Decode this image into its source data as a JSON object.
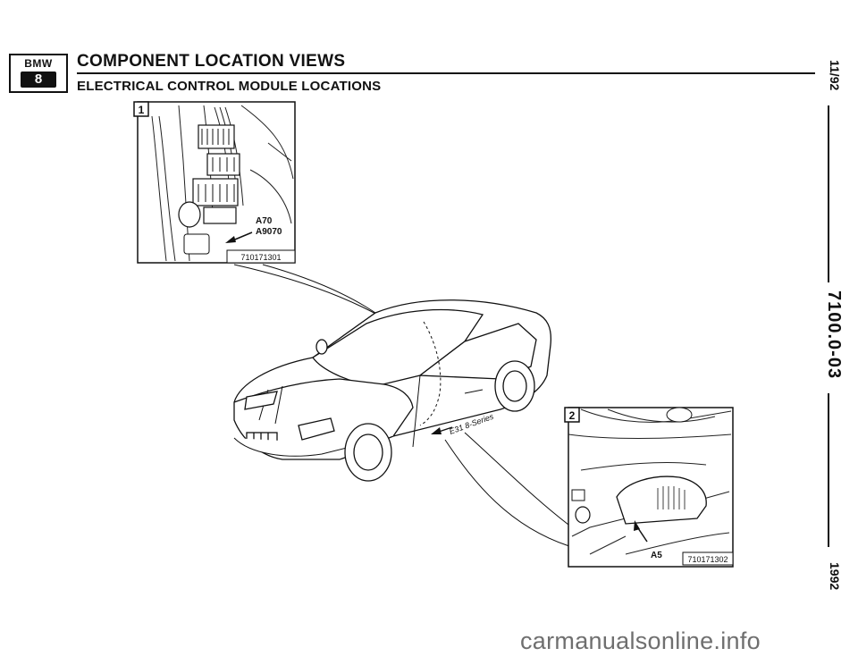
{
  "header": {
    "brand": "BMW",
    "series": "8",
    "title": "COMPONENT LOCATION VIEWS",
    "subtitle": "ELECTRICAL CONTROL MODULE LOCATIONS"
  },
  "side": {
    "date": "11/92",
    "code": "7100.0-03",
    "year": "1992"
  },
  "detail1": {
    "number": "1",
    "label_a": "A70",
    "label_b": "A9070",
    "ref": "710171301"
  },
  "detail2": {
    "number": "2",
    "label": "A5",
    "ref": "710171302"
  },
  "car": {
    "badge": "E31 8-Series"
  },
  "watermark": "carmanualsonline.info"
}
